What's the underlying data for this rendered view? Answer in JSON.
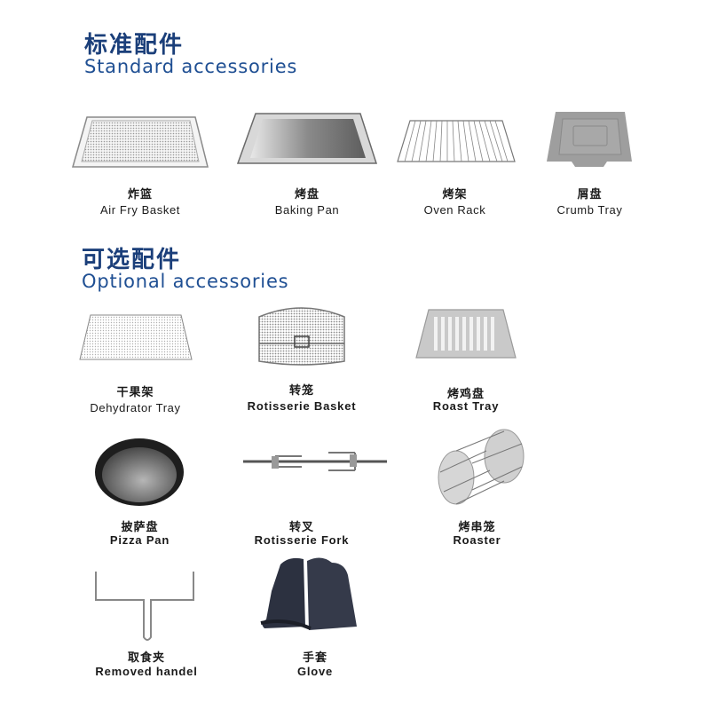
{
  "standard": {
    "heading_cn": "标准配件",
    "heading_en": "Standard accessories",
    "items": [
      {
        "cn": "炸篮",
        "en": "Air Fry Basket",
        "icon": "air-fry-basket-image"
      },
      {
        "cn": "烤盘",
        "en": "Baking Pan",
        "icon": "baking-pan-image"
      },
      {
        "cn": "烤架",
        "en": "Oven Rack",
        "icon": "oven-rack-image"
      },
      {
        "cn": "屑盘",
        "en": "Crumb Tray",
        "icon": "crumb-tray-image"
      }
    ]
  },
  "optional": {
    "heading_cn": "可选配件",
    "heading_en": "Optional accessories",
    "items": [
      {
        "cn": "干果架",
        "en": "Dehydrator Tray",
        "icon": "dehydrator-tray-image"
      },
      {
        "cn": "转笼",
        "en": "Rotisserie Basket",
        "icon": "rotisserie-basket-image"
      },
      {
        "cn": "烤鸡盘",
        "en": "Roast Tray",
        "icon": "roast-tray-image"
      },
      {
        "cn": "披萨盘",
        "en": "Pizza Pan",
        "icon": "pizza-pan-image"
      },
      {
        "cn": "转叉",
        "en": "Rotisserie Fork",
        "icon": "rotisserie-fork-image"
      },
      {
        "cn": "烤串笼",
        "en": "Roaster",
        "icon": "roaster-image"
      },
      {
        "cn": "取食夹",
        "en": "Removed handel",
        "icon": "removed-handle-image"
      },
      {
        "cn": "手套",
        "en": "Glove",
        "icon": "glove-image"
      }
    ]
  },
  "colors": {
    "heading_cn": "#1b3f7a",
    "heading_en": "#1f4f93",
    "label": "#1a1a1a"
  }
}
